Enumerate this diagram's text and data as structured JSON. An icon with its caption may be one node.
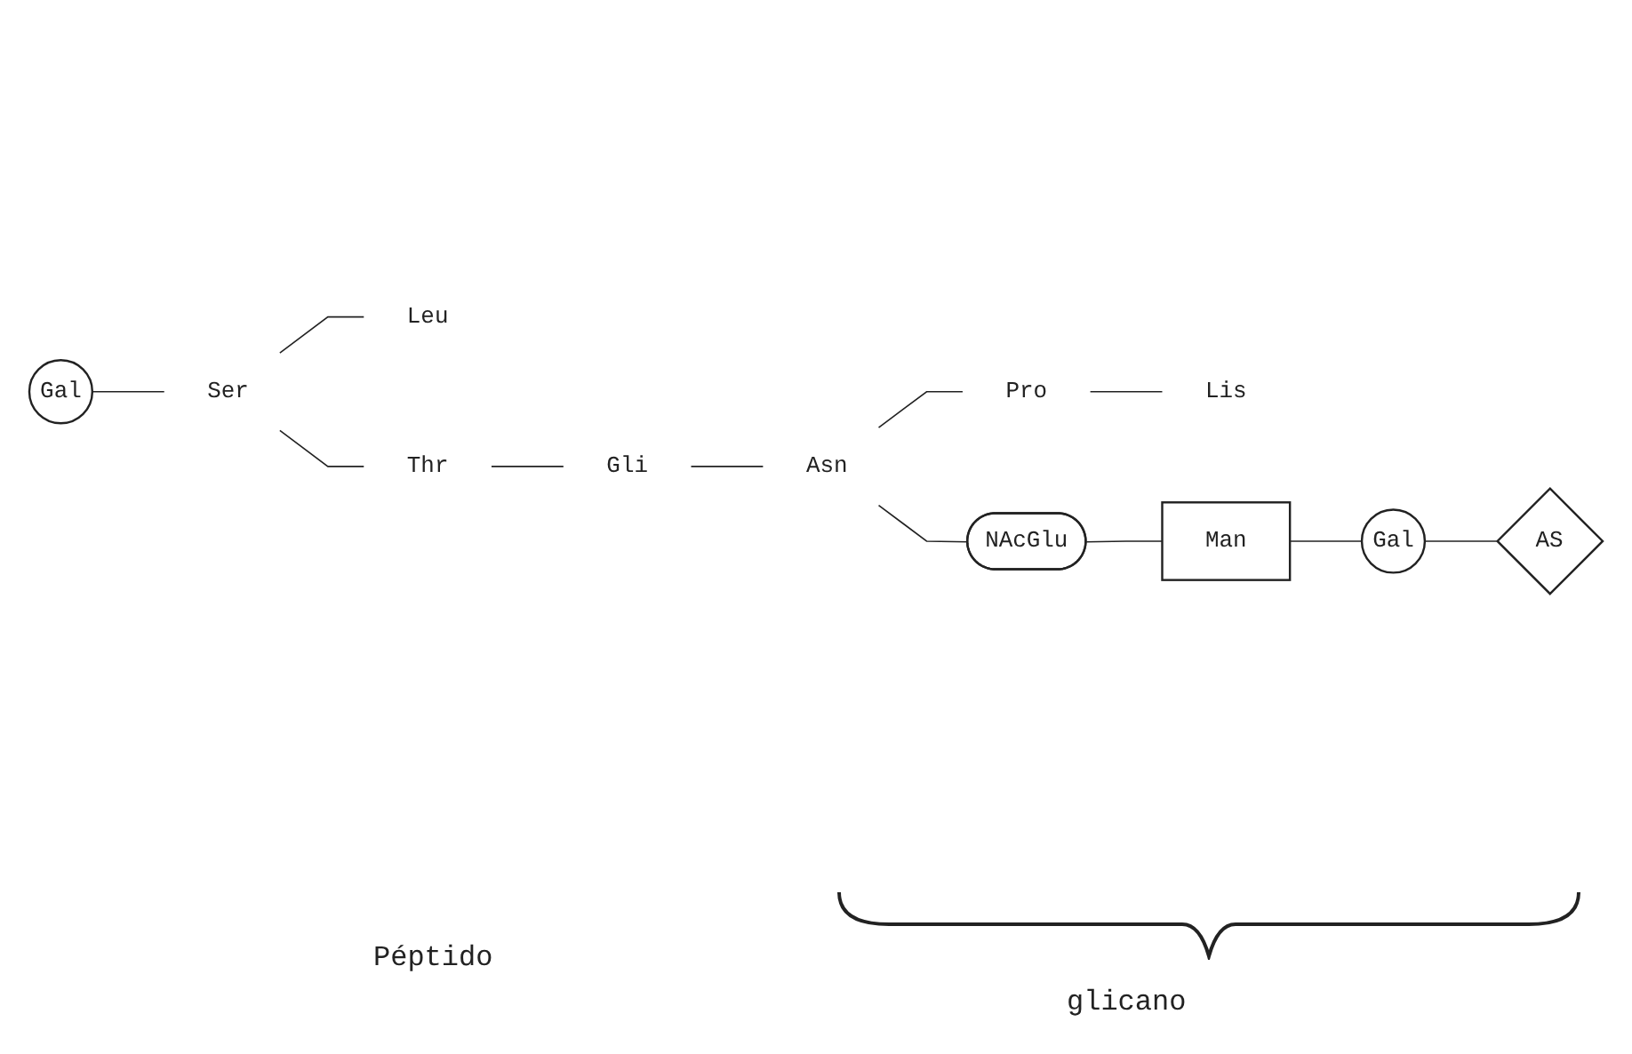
{
  "diagram": {
    "nodes": [
      {
        "text": [
          "Gal"
        ]
      },
      {
        "text": [
          "Ser"
        ]
      },
      {
        "text": [
          "Leu"
        ]
      },
      {
        "text": [
          "Thr"
        ]
      },
      {
        "text": [
          "Gli"
        ]
      },
      {
        "text": [
          "Asn"
        ]
      },
      {
        "text": [
          "Pro"
        ]
      },
      {
        "text": [
          "Lis"
        ]
      },
      {
        "text": [
          "NAcGlu"
        ]
      },
      {
        "text": [
          "Man"
        ]
      },
      {
        "text": [
          "Gal"
        ]
      },
      {
        "text": [
          "AS"
        ]
      }
    ],
    "edges": [
      {
        "from": 0,
        "to": 1,
        "arrow": "none"
      },
      {
        "from": 1,
        "to": 2,
        "arrow": "none"
      },
      {
        "from": 1,
        "to": 3,
        "arrow": "none"
      },
      {
        "from": 3,
        "to": 4,
        "arrow": "none"
      },
      {
        "from": 4,
        "to": 5,
        "arrow": "none"
      },
      {
        "from": 5,
        "to": 6,
        "arrow": "none"
      },
      {
        "from": 6,
        "to": 7,
        "arrow": "none"
      },
      {
        "from": 5,
        "to": 8,
        "arrow": "none"
      },
      {
        "from": 8,
        "to": 9,
        "arrow": "none"
      },
      {
        "from": 9,
        "to": 10,
        "arrow": "none"
      },
      {
        "from": 10,
        "to": 11,
        "arrow": "none"
      }
    ],
    "labels": [
      "Péptido",
      "glicano"
    ]
  }
}
